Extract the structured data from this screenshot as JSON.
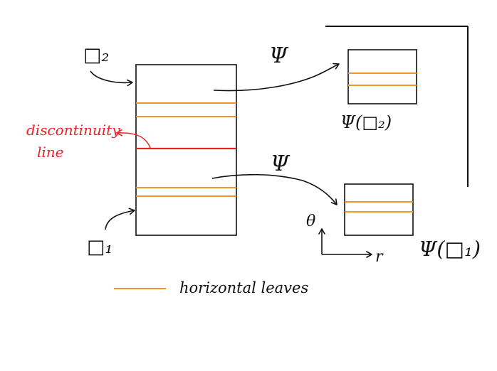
{
  "colors": {
    "ink": "#111111",
    "leaf": "#f0952a",
    "discontinuity": "#e2232a"
  },
  "labels": {
    "q2": "□₂",
    "q1": "□₁",
    "psi_top": "Ψ",
    "psi_bottom": "Ψ",
    "psi_q2": "Ψ(□₂)",
    "psi_q1": "Ψ(□₁)",
    "discontinuity_line_1": "discontinuity",
    "discontinuity_line_2": "line",
    "axis_theta": "θ",
    "axis_r": "r",
    "legend": "horizontal leaves"
  }
}
